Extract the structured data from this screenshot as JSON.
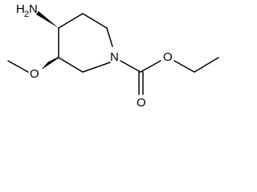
{
  "molecule": {
    "atoms": {
      "amine": {
        "element": "N",
        "hydrogens": "H",
        "count": "2"
      },
      "methoxy_oxygen": {
        "element": "O"
      },
      "ring_nitrogen": {
        "element": "N"
      },
      "carbonyl_oxygen": {
        "element": "O"
      },
      "ester_oxygen": {
        "element": "O"
      }
    },
    "stereo": {
      "amine_bond": "bold-wedge",
      "methoxy_bond": "hashed-wedge"
    }
  },
  "colors": {
    "bond": "#000000",
    "background": "#ffffff"
  }
}
